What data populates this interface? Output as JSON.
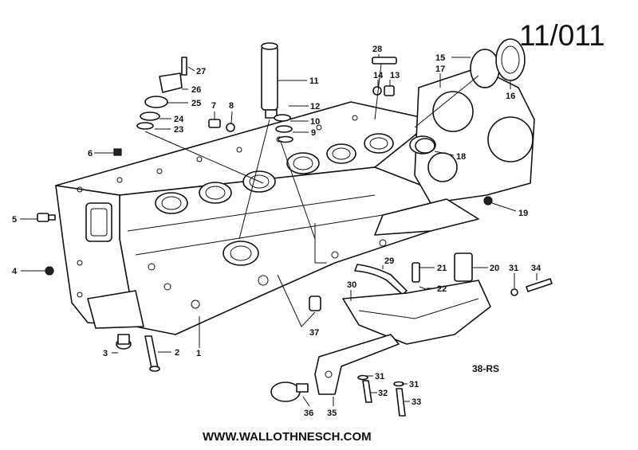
{
  "diagram": {
    "title": "11/011",
    "code": "38-RS",
    "footer_url": "WWW.WALLOTHNESCH.COM",
    "callouts": {
      "c1": "1",
      "c2": "2",
      "c3": "3",
      "c4": "4",
      "c5": "5",
      "c6": "6",
      "c7": "7",
      "c8": "8",
      "c9": "9",
      "c10": "10",
      "c11": "11",
      "c12": "12",
      "c13": "13",
      "c14": "14",
      "c15": "15",
      "c16": "16",
      "c17": "17",
      "c18": "18",
      "c19": "19",
      "c20": "20",
      "c21": "21",
      "c22": "22",
      "c23": "23",
      "c24": "24",
      "c25": "25",
      "c26": "26",
      "c27": "27",
      "c28": "28",
      "c29": "29",
      "c30": "30",
      "c31a": "31",
      "c31b": "31",
      "c31c": "31",
      "c32": "32",
      "c33": "33",
      "c34": "34",
      "c35": "35",
      "c36": "36",
      "c37": "37"
    }
  }
}
